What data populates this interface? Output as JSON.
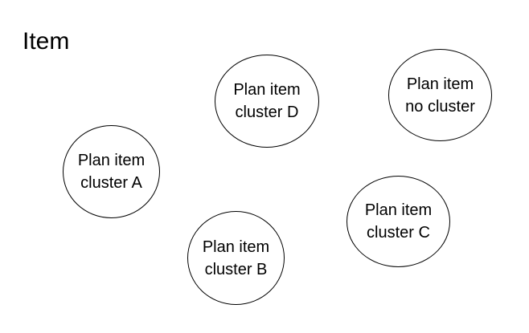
{
  "title": "Item",
  "nodes": [
    {
      "line1": "Plan item",
      "line2": "cluster A"
    },
    {
      "line1": "Plan item",
      "line2": "cluster B"
    },
    {
      "line1": "Plan item",
      "line2": "cluster C"
    },
    {
      "line1": "Plan item",
      "line2": "cluster D"
    },
    {
      "line1": "Plan item",
      "line2": "no cluster"
    }
  ]
}
